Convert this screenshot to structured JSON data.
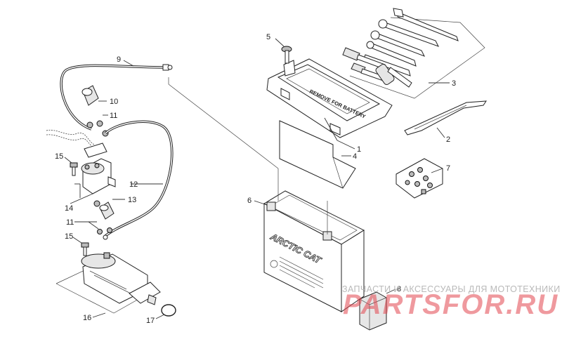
{
  "diagram": {
    "callouts": [
      "1",
      "2",
      "3",
      "4",
      "5",
      "6",
      "7",
      "8",
      "9",
      "10",
      "11",
      "11",
      "12",
      "13",
      "14",
      "15",
      "15",
      "16",
      "17"
    ],
    "box_texts": {
      "lid": "REMOVE FOR BATTERY",
      "battery_brand": "ARCTIC CAT"
    }
  },
  "watermark": {
    "tagline": "ЗАПЧАСТИ И АКСЕССУАРЫ ДЛЯ МОТОТЕХНИКИ",
    "logo": "PARTSFOR.RU"
  }
}
